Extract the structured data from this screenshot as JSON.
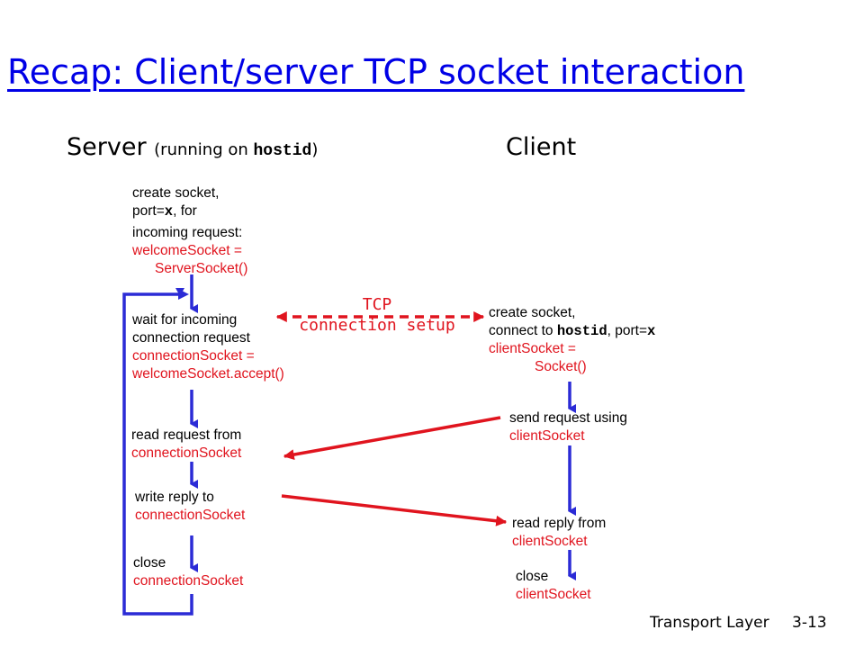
{
  "slide": {
    "title": "Recap: Client/server TCP socket interaction",
    "footer_left": "Transport Layer",
    "footer_right": "3-13"
  },
  "server": {
    "heading": "Server",
    "paren_open": "(",
    "running_on": "running on ",
    "host": "hostid",
    "paren_close": ")",
    "step1_line1": "create socket,",
    "step1_port_prefix": "port=",
    "step1_port_value": "x",
    "step1_port_suffix": ", for",
    "step1_line3": "incoming request:",
    "step1_code_line1": "welcomeSocket =",
    "step1_code_line2": "ServerSocket()",
    "step2_line1": "wait for incoming",
    "step2_line2": "connection request",
    "step2_code_line1": "connectionSocket =",
    "step2_code_line2": "welcomeSocket.accept()",
    "step3_line1": "read request from",
    "step3_code": "connectionSocket",
    "step4_line1": "write reply to",
    "step4_code": "connectionSocket",
    "step5_line1": "close",
    "step5_code": "connectionSocket"
  },
  "client": {
    "heading": "Client",
    "step1_line1": "create socket,",
    "step1_connect_prefix": "connect to ",
    "step1_host": "hostid",
    "step1_port_prefix": ", port=",
    "step1_port_value": "x",
    "step1_code_line1": "clientSocket =",
    "step1_code_line2": "Socket()",
    "step2_line1": "send request using",
    "step2_code": "clientSocket",
    "step3_line1": "read reply from",
    "step3_code": "clientSocket",
    "step4_line1": "close",
    "step4_code": "clientSocket"
  },
  "connection": {
    "line1": "TCP",
    "line2": "connection setup"
  },
  "colors": {
    "title": "#0000e6",
    "flow_arrow": "#2b2bd6",
    "message_arrow": "#e0141e",
    "code_text": "#e0141e"
  }
}
